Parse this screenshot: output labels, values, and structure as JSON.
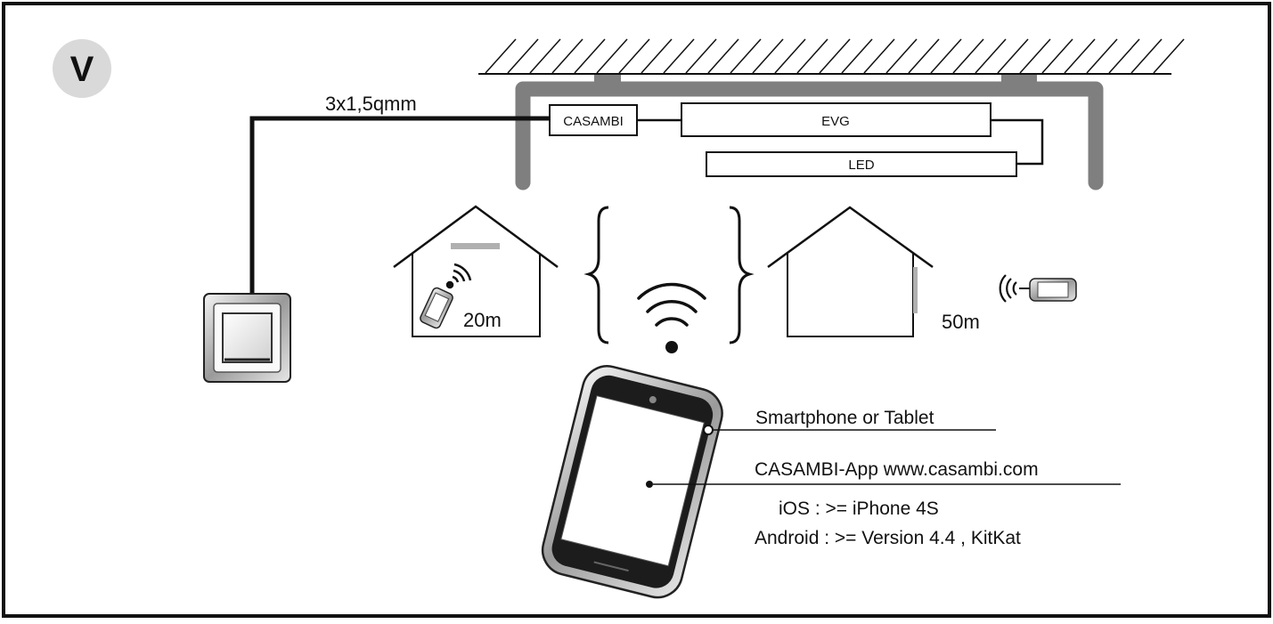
{
  "badge": "V",
  "cable": {
    "label": "3x1,5qmm"
  },
  "fixture": {
    "controller_label": "CASAMBI",
    "driver_label": "EVG",
    "led_label": "LED"
  },
  "range": {
    "indoor": "20m",
    "outdoor": "50m"
  },
  "device": {
    "caption": "Smartphone or Tablet",
    "app": "CASAMBI-App  www.casambi.com",
    "ios": "iOS : >= iPhone 4S",
    "android": "Android : >= Version 4.4 , KitKat"
  },
  "colors": {
    "frame": "#111111",
    "badge_bg": "#d9d9d9",
    "housing": "#7f7f7f",
    "cable": "#111111",
    "wall_bar": "#a8a8a8"
  }
}
